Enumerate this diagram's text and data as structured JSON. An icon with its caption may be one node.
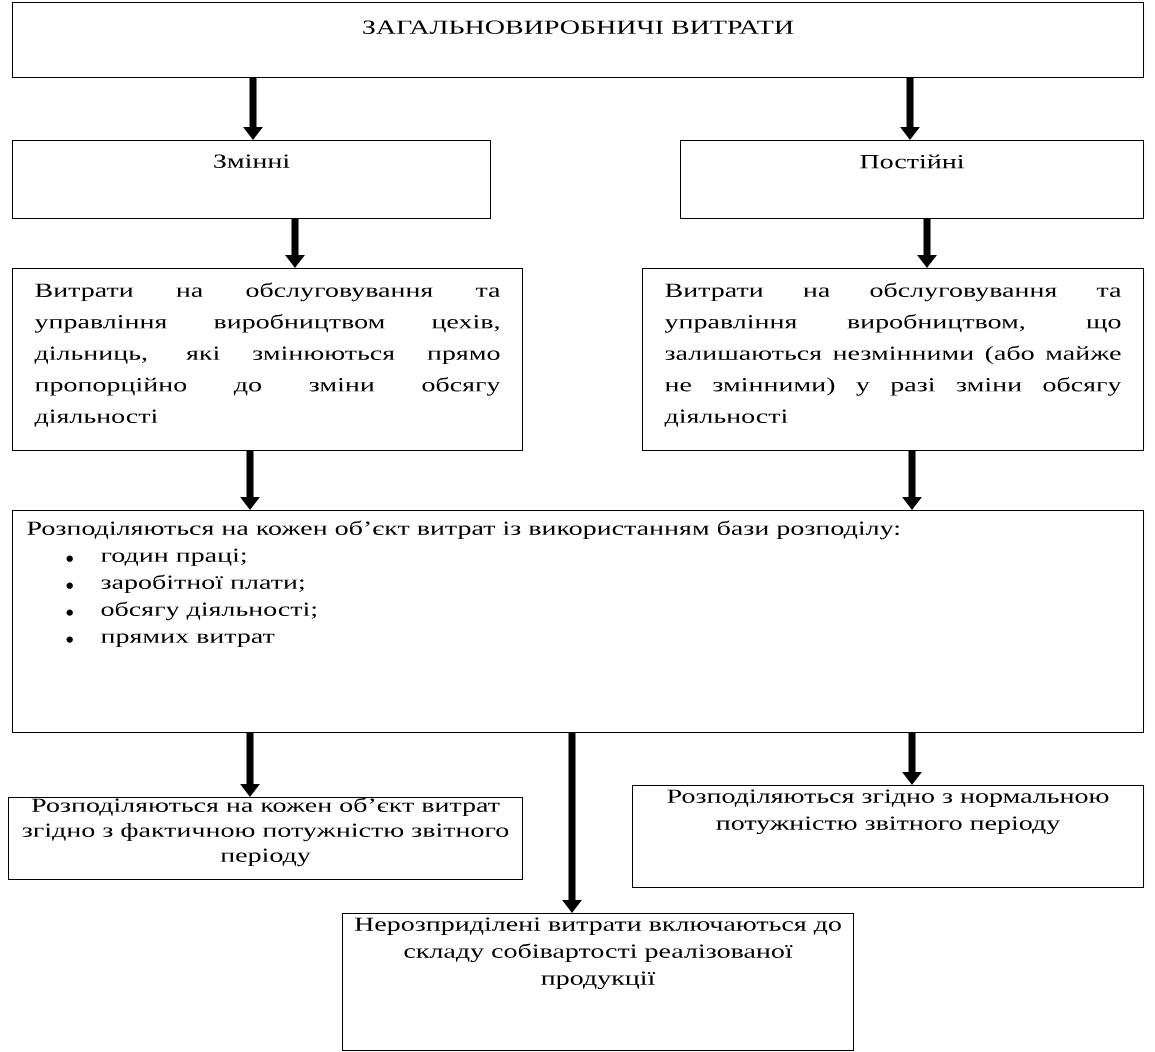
{
  "diagram": {
    "nodes": [
      {
        "text": [
          "ЗАГАЛЬНОВИРОБНИЧІ ВИТРАТИ"
        ]
      },
      {
        "text": [
          "Змінні"
        ]
      },
      {
        "text": [
          "Постійні"
        ]
      },
      {
        "text": [
          "Витрати на обслуговування та управління виробництвом цехів, дільниць, які змінюються прямо пропорційно до зміни обсягу діяльності"
        ]
      },
      {
        "text": [
          "Витрати на обслуговування та управління виробництвом, що залишаються незмінними (або майже не змінними) у разі зміни обсягу діяльності"
        ]
      },
      {
        "text": [
          "Розподіляються на кожен об’єкт витрат із використанням бази розподілу:",
          "годин праці;",
          "заробітної плати;",
          "обсягу діяльності;",
          "прямих витрат"
        ]
      },
      {
        "text": [
          "Розподіляються на кожен об’єкт витрат згідно з фактичною потужністю звітного періоду"
        ]
      },
      {
        "text": [
          "Розподіляються згідно з нормальною потужністю звітного періоду"
        ]
      },
      {
        "text": [
          "Нерозприділені витрати включаються до складу собівартості реалізованої продукції"
        ]
      }
    ],
    "edges": [
      {
        "from": 0,
        "to": 1,
        "arrow": "to"
      },
      {
        "from": 0,
        "to": 2,
        "arrow": "to"
      },
      {
        "from": 1,
        "to": 3,
        "arrow": "to"
      },
      {
        "from": 2,
        "to": 4,
        "arrow": "to"
      },
      {
        "from": 3,
        "to": 5,
        "arrow": "to"
      },
      {
        "from": 4,
        "to": 5,
        "arrow": "to"
      },
      {
        "from": 5,
        "to": 6,
        "arrow": "to"
      },
      {
        "from": 5,
        "to": 8,
        "arrow": "to"
      },
      {
        "from": 5,
        "to": 7,
        "arrow": "to"
      }
    ]
  }
}
